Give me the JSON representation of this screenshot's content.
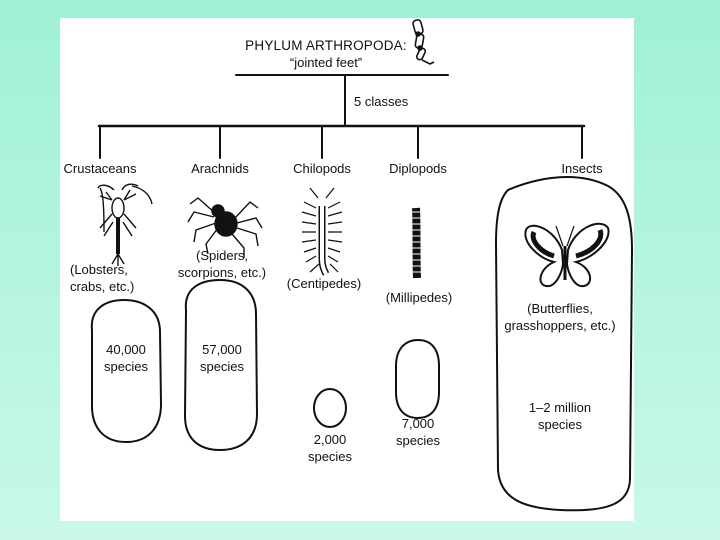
{
  "title": "PHYLUM ARTHROPODA:",
  "subtitle": "“jointed feet”",
  "branch_label": "5 classes",
  "classes": [
    {
      "name": "Crustaceans",
      "examples_line1": "(Lobsters,",
      "examples_line2": "crabs, etc.)",
      "count": "40,000",
      "unit": "species",
      "icon": "lobster-icon"
    },
    {
      "name": "Arachnids",
      "examples_line1": "(Spiders,",
      "examples_line2": "scorpions, etc.)",
      "count": "57,000",
      "unit": "species",
      "icon": "spider-icon"
    },
    {
      "name": "Chilopods",
      "examples_line1": "(Centipedes)",
      "count": "2,000",
      "unit": "species",
      "icon": "centipede-icon"
    },
    {
      "name": "Diplopods",
      "examples_line1": "(Millipedes)",
      "count": "7,000",
      "unit": "species",
      "icon": "millipede-icon"
    },
    {
      "name": "Insects",
      "examples_line1": "(Butterflies,",
      "examples_line2": "grasshoppers, etc.)",
      "count": "1–2 million",
      "unit": "species",
      "icon": "butterfly-icon"
    }
  ],
  "title_icon": "jointed-leg-icon"
}
